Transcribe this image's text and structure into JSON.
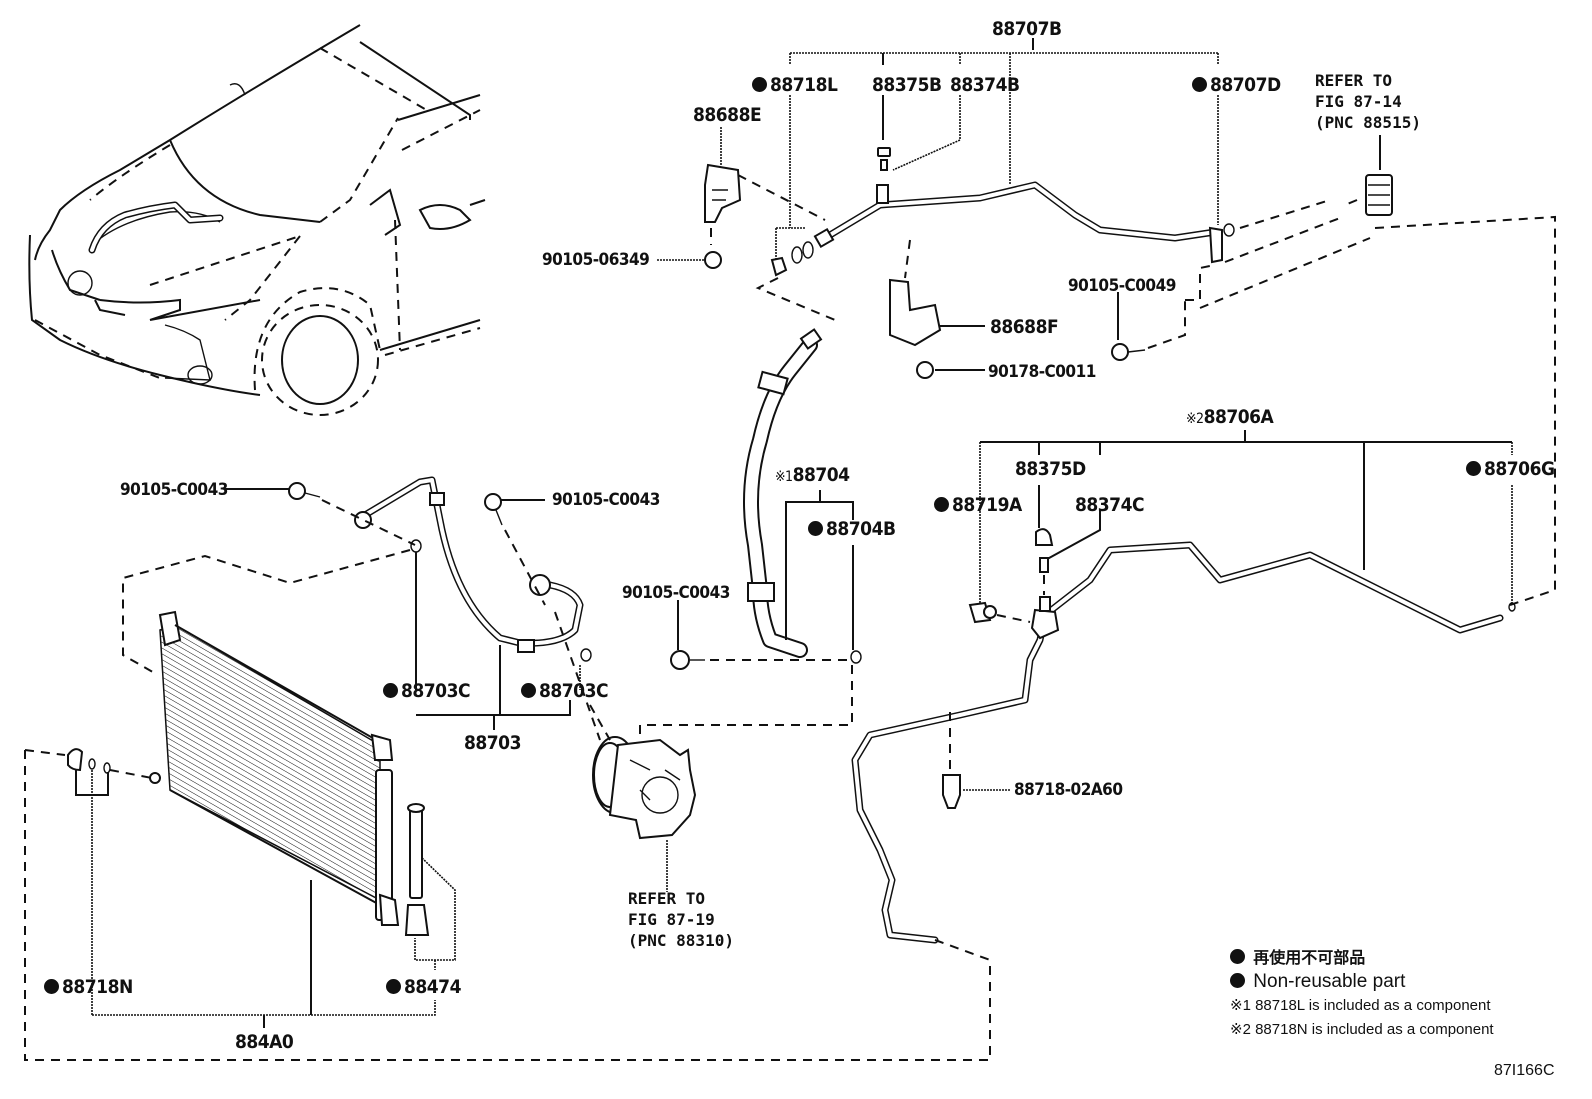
{
  "diagram": {
    "title": "Air conditioner refrigerant piping parts diagram",
    "figure_code": "87I166C",
    "parts": {
      "p88707B": "88707B",
      "p88718L": "88718L",
      "p88375B": "88375B",
      "p88374B": "88374B",
      "p88707D": "88707D",
      "p88688E": "88688E",
      "p90105_06349": "90105-06349",
      "p88688F": "88688F",
      "p90178_C0011": "90178-C0011",
      "p90105_C0049": "90105-C0049",
      "p88706A": "88706A",
      "p88375D": "88375D",
      "p88719A": "88719A",
      "p88374C": "88374C",
      "p88706G": "88706G",
      "p88718_02A60": "88718-02A60",
      "p88704": "88704",
      "p88704B": "88704B",
      "p90105_C0043_a": "90105-C0043",
      "p90105_C0043_b": "90105-C0043",
      "p90105_C0043_c": "90105-C0043",
      "p88703C_a": "88703C",
      "p88703C_b": "88703C",
      "p88703": "88703",
      "p88718N": "88718N",
      "p88474": "88474",
      "p884A0": "884A0"
    },
    "marks": {
      "note1": "※1",
      "note2": "※2"
    },
    "refs": {
      "receiver_ref": [
        "REFER TO",
        "FIG 87-14",
        "(PNC 88515)"
      ],
      "compressor_ref": [
        "REFER TO",
        "FIG 87-19",
        "(PNC 88310)"
      ]
    },
    "legend": {
      "jp": "再使用不可部品",
      "en": "Non-reusable part",
      "note1_mark": "※1",
      "note1_text": "88718L  is included as a component",
      "note2_mark": "※2",
      "note2_text": "88718N is included as a component"
    }
  }
}
